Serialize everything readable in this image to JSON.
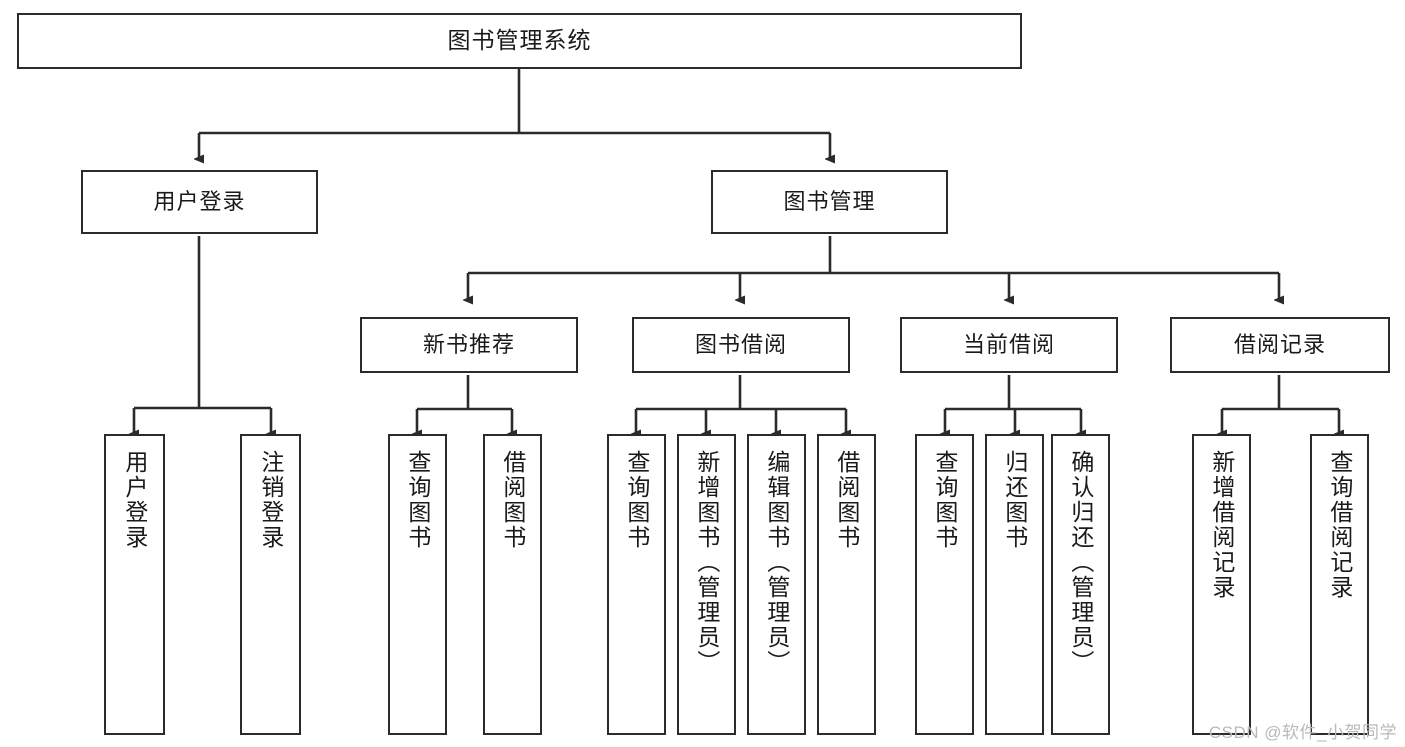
{
  "diagram": {
    "title": "图书管理系统",
    "type": "tree-hierarchy",
    "watermark": "CSDN @软件_小贺同学",
    "colors": {
      "stroke": "#2b2b2b",
      "fill": "#ffffff",
      "text": "#1a1a1a",
      "watermark": "#b9b9b9"
    },
    "root": {
      "label": "图书管理系统"
    },
    "level2": [
      {
        "label": "用户登录"
      },
      {
        "label": "图书管理"
      }
    ],
    "level3": [
      {
        "label": "新书推荐"
      },
      {
        "label": "图书借阅"
      },
      {
        "label": "当前借阅"
      },
      {
        "label": "借阅记录"
      }
    ],
    "leaves": {
      "user_login": [
        {
          "label": "用户登录"
        },
        {
          "label": "注销登录"
        }
      ],
      "new_book_recommend": [
        {
          "label": "查询图书"
        },
        {
          "label": "借阅图书"
        }
      ],
      "book_borrow": [
        {
          "label": "查询图书"
        },
        {
          "label": "新增图书（管理员）"
        },
        {
          "label": "编辑图书（管理员）"
        },
        {
          "label": "借阅图书"
        }
      ],
      "current_borrow": [
        {
          "label": "查询图书"
        },
        {
          "label": "归还图书"
        },
        {
          "label": "确认归还（管理员）"
        }
      ],
      "borrow_record": [
        {
          "label": "新增借阅记录"
        },
        {
          "label": "查询借阅记录"
        }
      ]
    }
  }
}
